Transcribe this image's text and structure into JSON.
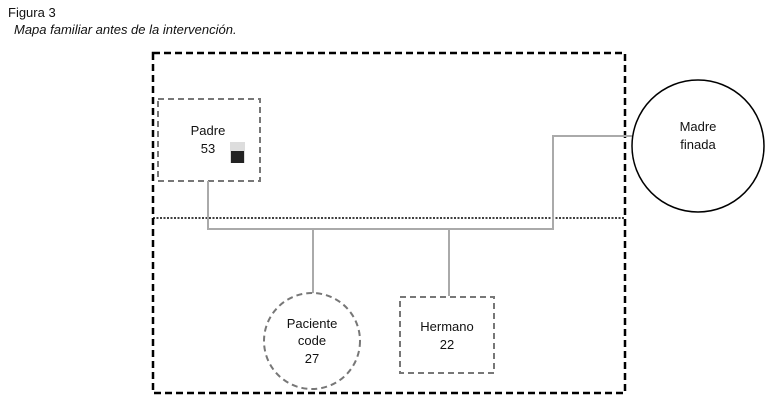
{
  "figure": {
    "label": "Figura 3",
    "caption": "Mapa familiar antes de la intervención."
  },
  "nodes": {
    "padre": {
      "name": "Padre",
      "age": "53",
      "icon": "mug-icon"
    },
    "madre": {
      "line1": "Madre",
      "line2": "finada"
    },
    "paciente": {
      "line1": "Paciente",
      "line2": "code",
      "age": "27"
    },
    "hermano": {
      "name": "Hermano",
      "age": "22"
    }
  }
}
